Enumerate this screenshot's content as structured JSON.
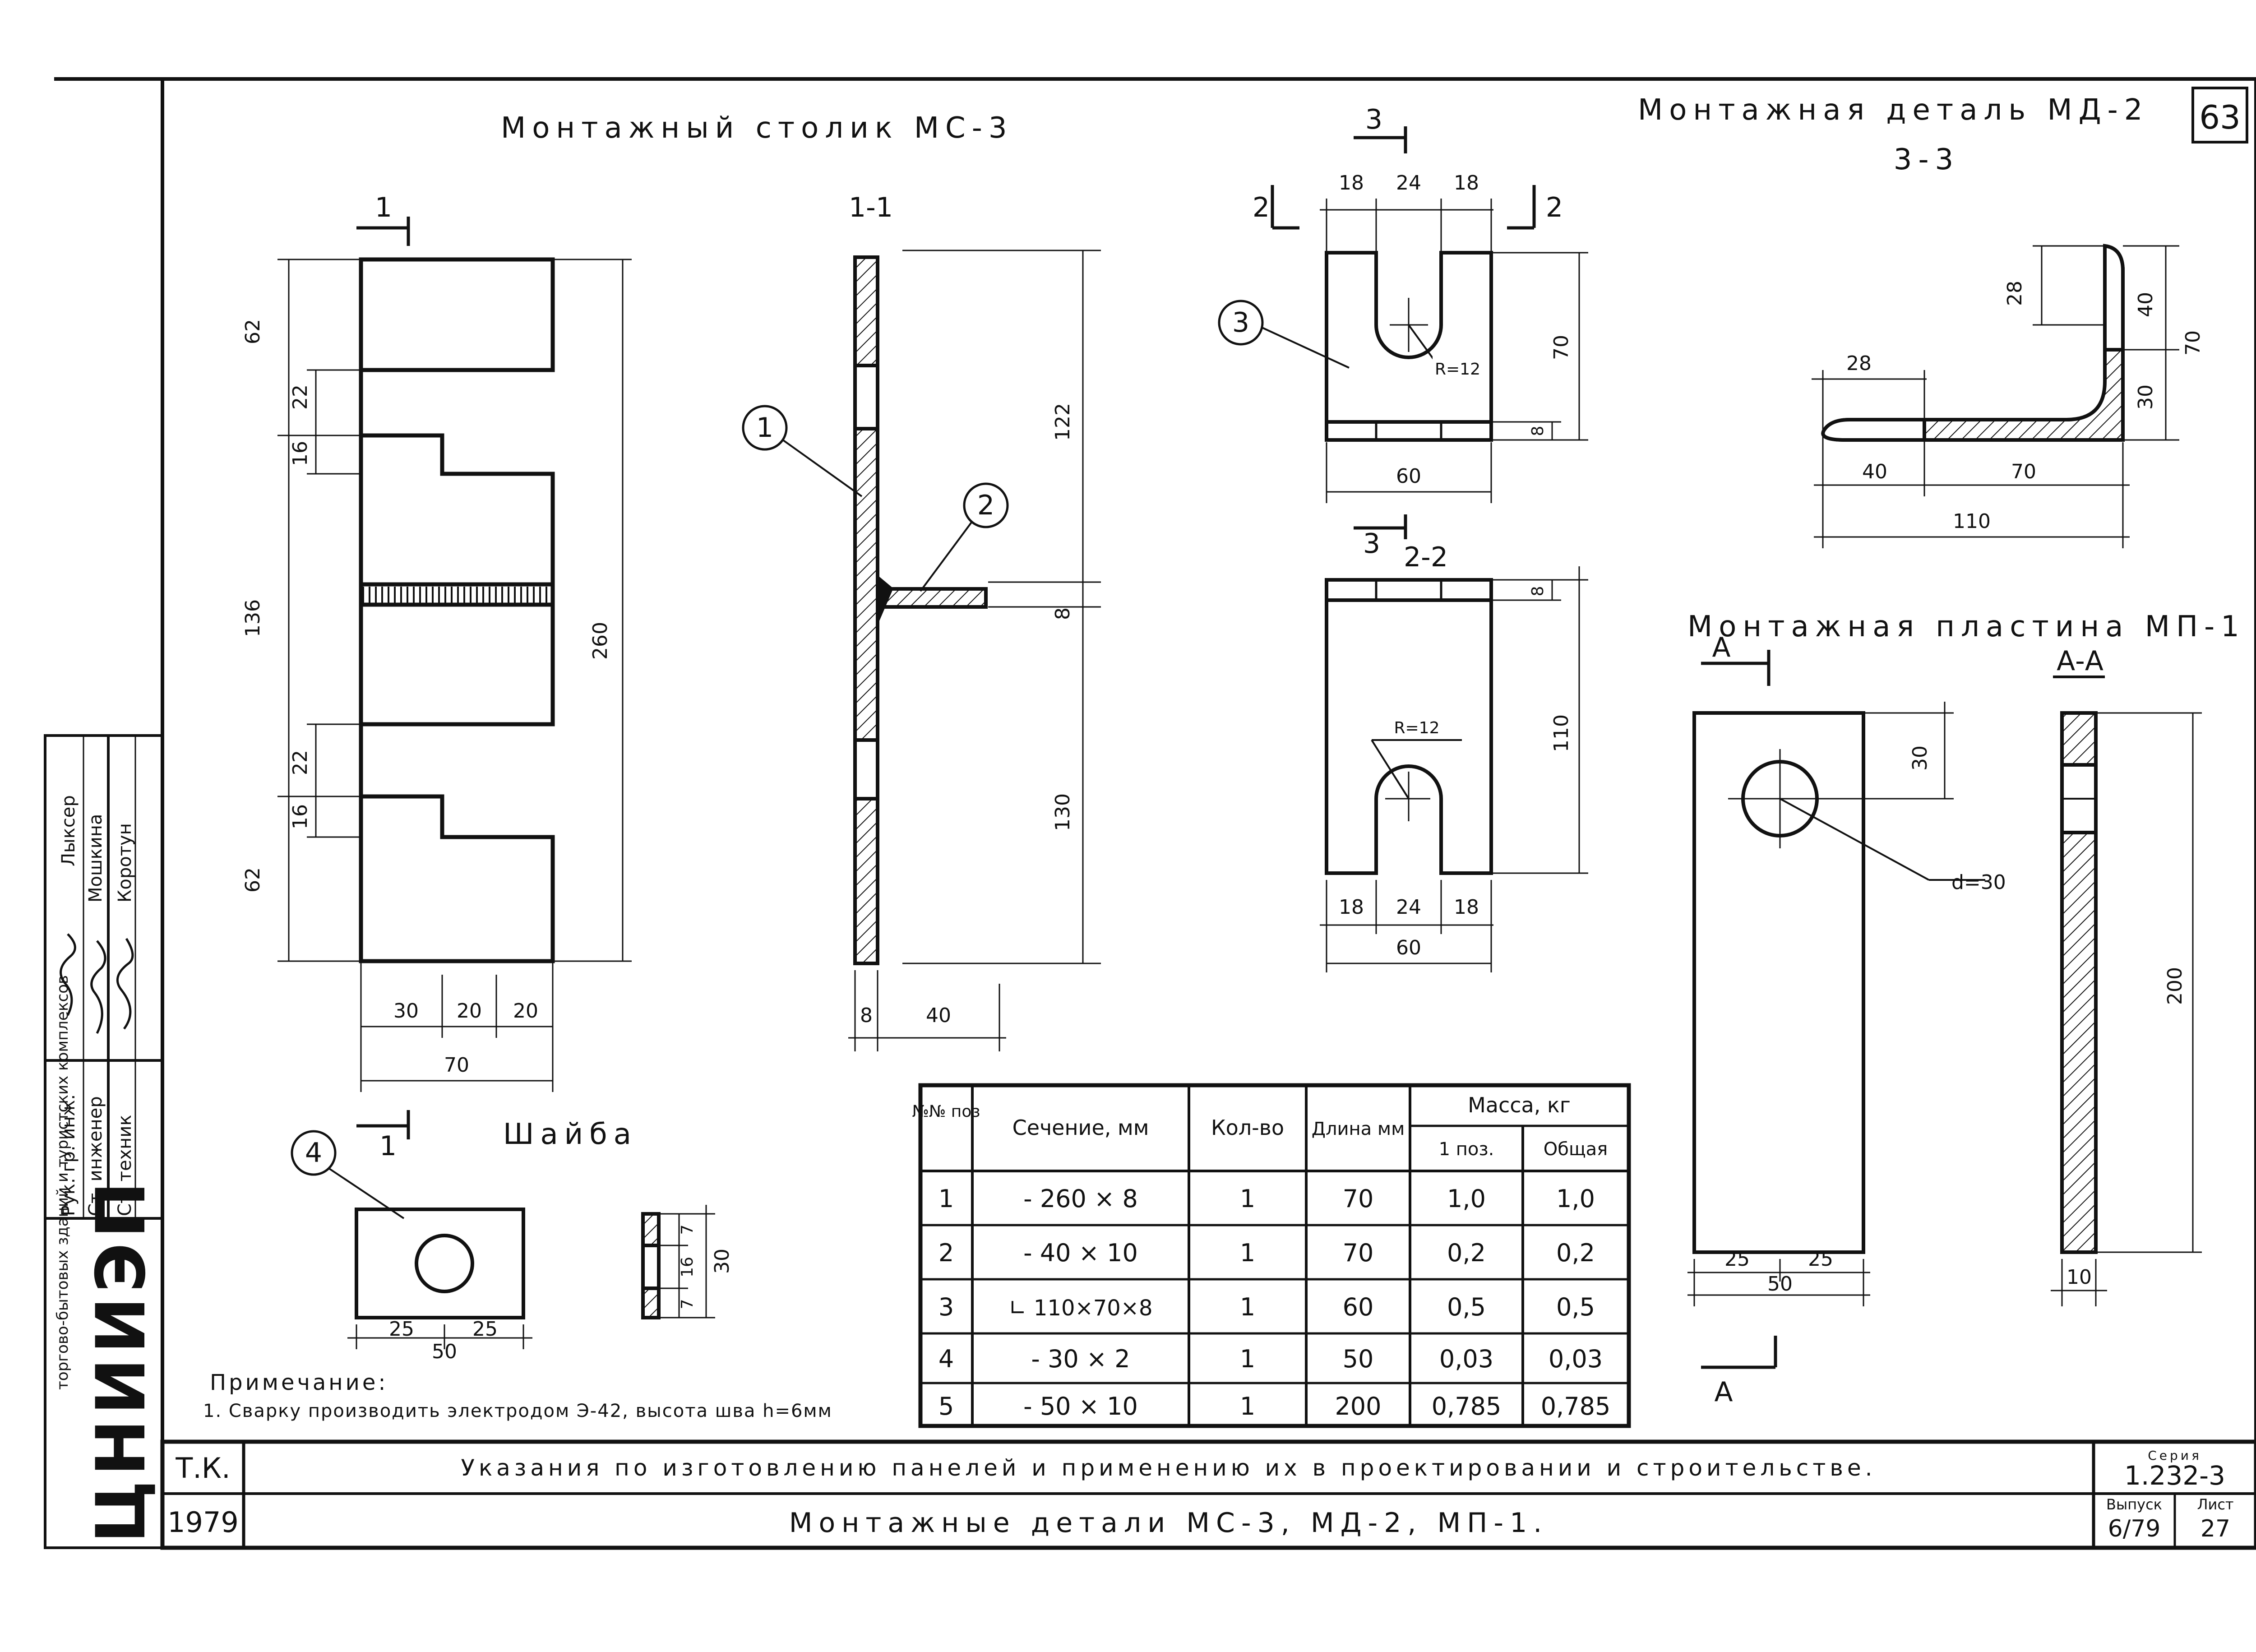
{
  "sheet_number": "63",
  "titles": {
    "table_ms3": "Монтажный столик МС-3",
    "detail_md2": "Монтажная деталь МД-2",
    "plate_mp1": "Монтажная пластина МП-1",
    "washer": "Шайба"
  },
  "section_labels": {
    "s11": "1-1",
    "s22": "2-2",
    "s33": "3-3",
    "saa": "А-А",
    "mark1": "1",
    "mark2": "2",
    "mark3": "3",
    "markA": "А"
  },
  "callouts": [
    "1",
    "2",
    "3",
    "4"
  ],
  "radius": {
    "r": "R=12",
    "d": "d=30"
  },
  "dims": {
    "ms3": {
      "d62": "62",
      "d22": "22",
      "d16": "16",
      "d136": "136",
      "d260": "260",
      "d30": "30",
      "d20": "20",
      "d70": "70"
    },
    "s11": {
      "d122": "122",
      "d8": "8",
      "d130": "130",
      "d40": "40"
    },
    "s33": {
      "d18": "18",
      "d24": "24",
      "d70": "70",
      "d60": "60",
      "d8": "8"
    },
    "s22": {
      "d110": "110",
      "d8": "8",
      "d18": "18",
      "d24": "24",
      "d60": "60"
    },
    "md2": {
      "d28": "28",
      "d40": "40",
      "d70": "70",
      "d30": "30",
      "d110": "110"
    },
    "mp1": {
      "d30": "30",
      "d200": "200",
      "d25": "25",
      "d50": "50",
      "d10": "10"
    },
    "washer": {
      "d25": "25",
      "d50": "50",
      "d7": "7",
      "d16": "16",
      "d30": "30"
    }
  },
  "spec_table": {
    "headers": {
      "pos": "№№ поз",
      "section": "Сечение, мм",
      "qty": "Кол-во",
      "length": "Длина мм",
      "mass": "Масса, кг",
      "mass_one": "1 поз.",
      "mass_total": "Общая"
    },
    "rows": [
      {
        "pos": "1",
        "section": "- 260 × 8",
        "qty": "1",
        "length": "70",
        "one": "1,0",
        "total": "1,0"
      },
      {
        "pos": "2",
        "section": "- 40 × 10",
        "qty": "1",
        "length": "70",
        "one": "0,2",
        "total": "0,2"
      },
      {
        "pos": "3",
        "section": "∟ 110×70×8",
        "qty": "1",
        "length": "60",
        "one": "0,5",
        "total": "0,5"
      },
      {
        "pos": "4",
        "section": "- 30 × 2",
        "qty": "1",
        "length": "50",
        "one": "0,03",
        "total": "0,03"
      },
      {
        "pos": "5",
        "section": "- 50 × 10",
        "qty": "1",
        "length": "200",
        "one": "0,785",
        "total": "0,785"
      }
    ]
  },
  "note": {
    "title": "Примечание:",
    "text": "1. Сварку производить электродом Э-42, высота шва h=6мм"
  },
  "title_block": {
    "code": "Т.К.",
    "year": "1979",
    "description": "Указания по изготовлению панелей и применению их в проектировании и строительстве.",
    "sheet_title": "Монтажные детали МС-3, МД-2, МП-1.",
    "series_label": "Серия",
    "series": "1.232-3",
    "issue_label": "Выпуск",
    "issue": "6/79",
    "sheet_label": "Лист",
    "sheet": "27"
  },
  "stamp": {
    "org": "ЦНИИЭП",
    "org_full": "торгово-бытовых зданий и туристских комплексов",
    "roles": [
      "Рук. гр. инж.",
      "Ст. инженер",
      "Ст. техник"
    ],
    "names": [
      "Лыксер",
      "Мошкина",
      "Коротун"
    ]
  }
}
